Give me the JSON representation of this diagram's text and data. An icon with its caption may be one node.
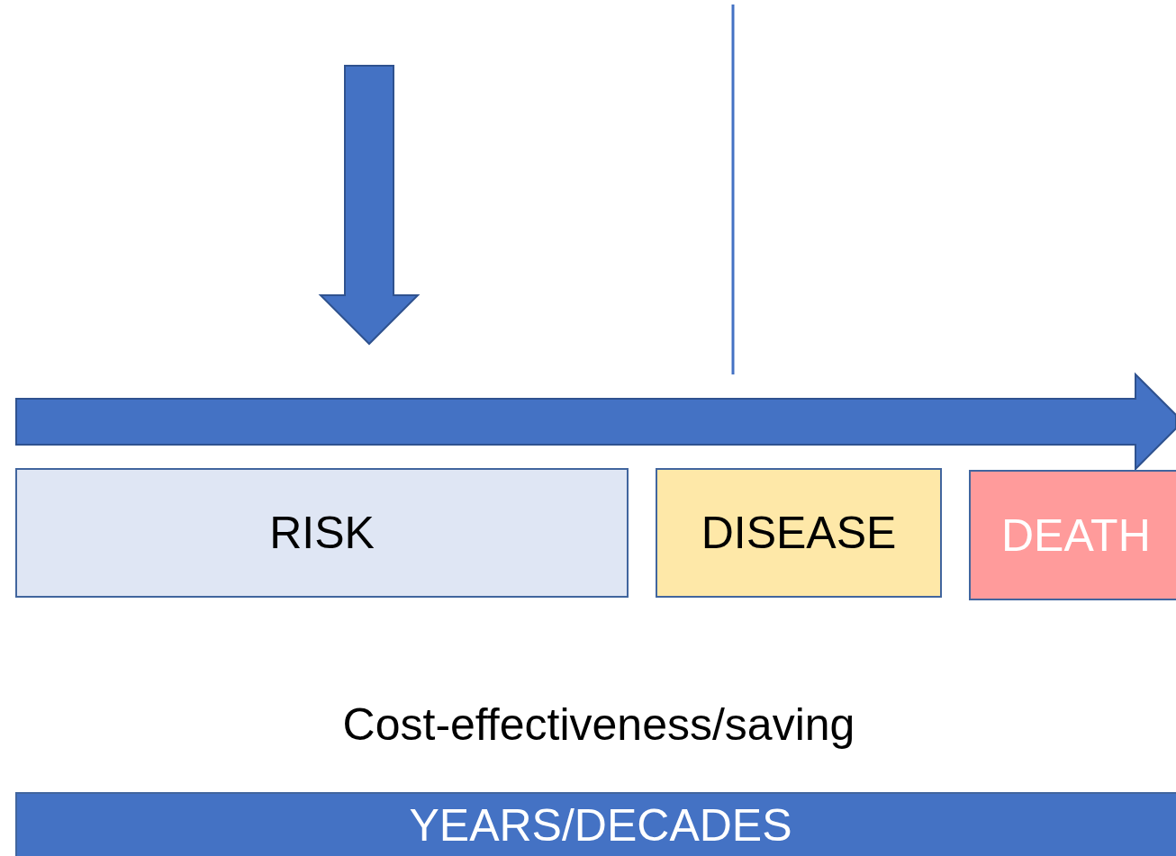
{
  "diagram": {
    "nodes": [
      {
        "text": [
          "RISK"
        ]
      },
      {
        "text": [
          "DISEASE"
        ]
      },
      {
        "text": [
          "DEATH"
        ]
      },
      {
        "text": [
          "YEARS/DECADES"
        ]
      }
    ],
    "labels": [
      "Cost-effectiveness/saving"
    ]
  }
}
